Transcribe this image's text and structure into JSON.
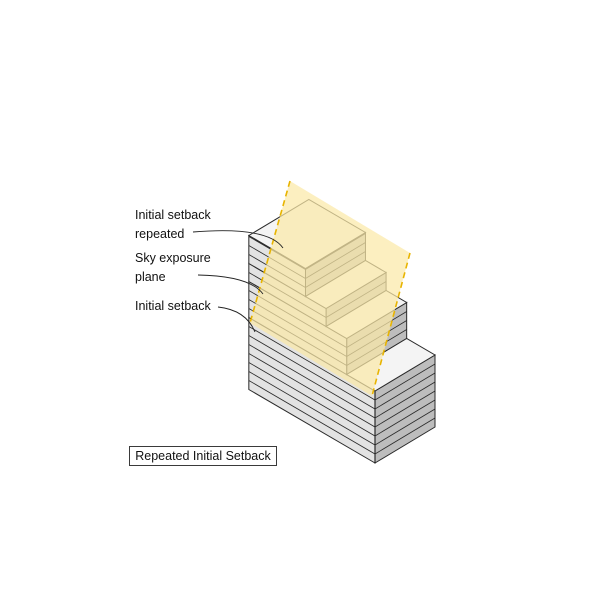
{
  "labels": {
    "initial_setback_repeated_line1": "Initial setback",
    "initial_setback_repeated_line2": "repeated",
    "sky_exposure_plane_line1": "Sky exposure",
    "sky_exposure_plane_line2": "plane",
    "initial_setback": "Initial setback"
  },
  "caption": "Repeated Initial Setback",
  "colors": {
    "sky_plane_fill": "#fbe9a8",
    "sky_plane_edge": "#e8b400",
    "top_face": "#f4f4f4",
    "left_face": "#e3e3e3",
    "right_face": "#bdbdbd",
    "outline": "#2a2a2a"
  }
}
